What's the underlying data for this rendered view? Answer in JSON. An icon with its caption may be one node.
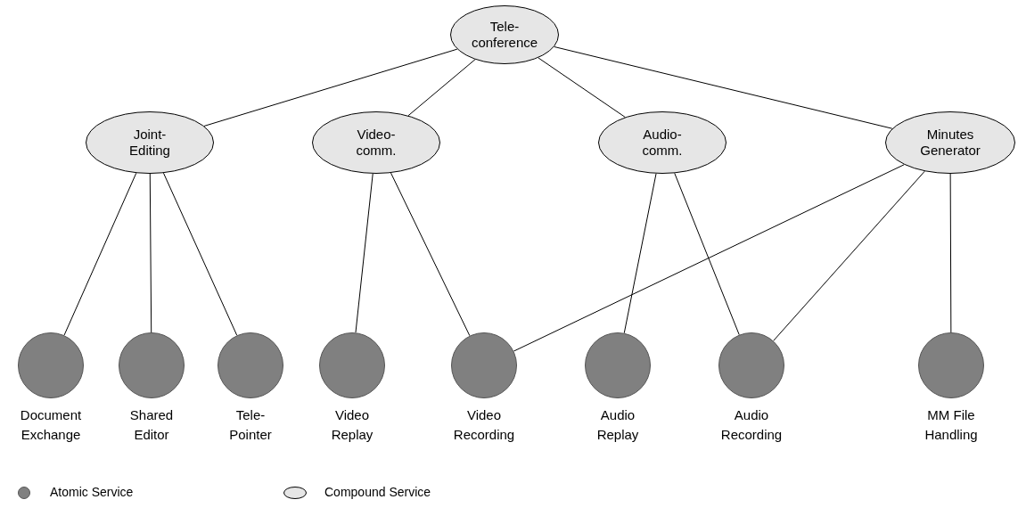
{
  "diagram": {
    "nodes": [
      {
        "text": [
          "Tele- conference"
        ]
      },
      {
        "text": [
          "Joint- Editing"
        ]
      },
      {
        "text": [
          "Video- comm."
        ]
      },
      {
        "text": [
          "Audio- comm."
        ]
      },
      {
        "text": [
          "Minutes Generator"
        ]
      },
      {
        "text": [
          "Document Exchange"
        ]
      },
      {
        "text": [
          "Shared Editor"
        ]
      },
      {
        "text": [
          "Tele- Pointer"
        ]
      },
      {
        "text": [
          "Video Replay"
        ]
      },
      {
        "text": [
          "Video Recording"
        ]
      },
      {
        "text": [
          "Audio Replay"
        ]
      },
      {
        "text": [
          "Audio Recording"
        ]
      },
      {
        "text": [
          "MM File Handling"
        ]
      }
    ],
    "edges": [
      {
        "from": 0,
        "to": 1,
        "arrow": "none"
      },
      {
        "from": 0,
        "to": 2,
        "arrow": "none"
      },
      {
        "from": 0,
        "to": 3,
        "arrow": "none"
      },
      {
        "from": 0,
        "to": 4,
        "arrow": "none"
      },
      {
        "from": 1,
        "to": 5,
        "arrow": "none"
      },
      {
        "from": 1,
        "to": 6,
        "arrow": "none"
      },
      {
        "from": 1,
        "to": 7,
        "arrow": "none"
      },
      {
        "from": 2,
        "to": 8,
        "arrow": "none"
      },
      {
        "from": 2,
        "to": 9,
        "arrow": "none"
      },
      {
        "from": 3,
        "to": 10,
        "arrow": "none"
      },
      {
        "from": 3,
        "to": 11,
        "arrow": "none"
      },
      {
        "from": 4,
        "to": 9,
        "arrow": "none"
      },
      {
        "from": 4,
        "to": 11,
        "arrow": "none"
      },
      {
        "from": 4,
        "to": 12,
        "arrow": "none"
      }
    ],
    "legend": [
      {
        "text": "Atomic Service"
      },
      {
        "text": "Compound Service"
      }
    ]
  }
}
